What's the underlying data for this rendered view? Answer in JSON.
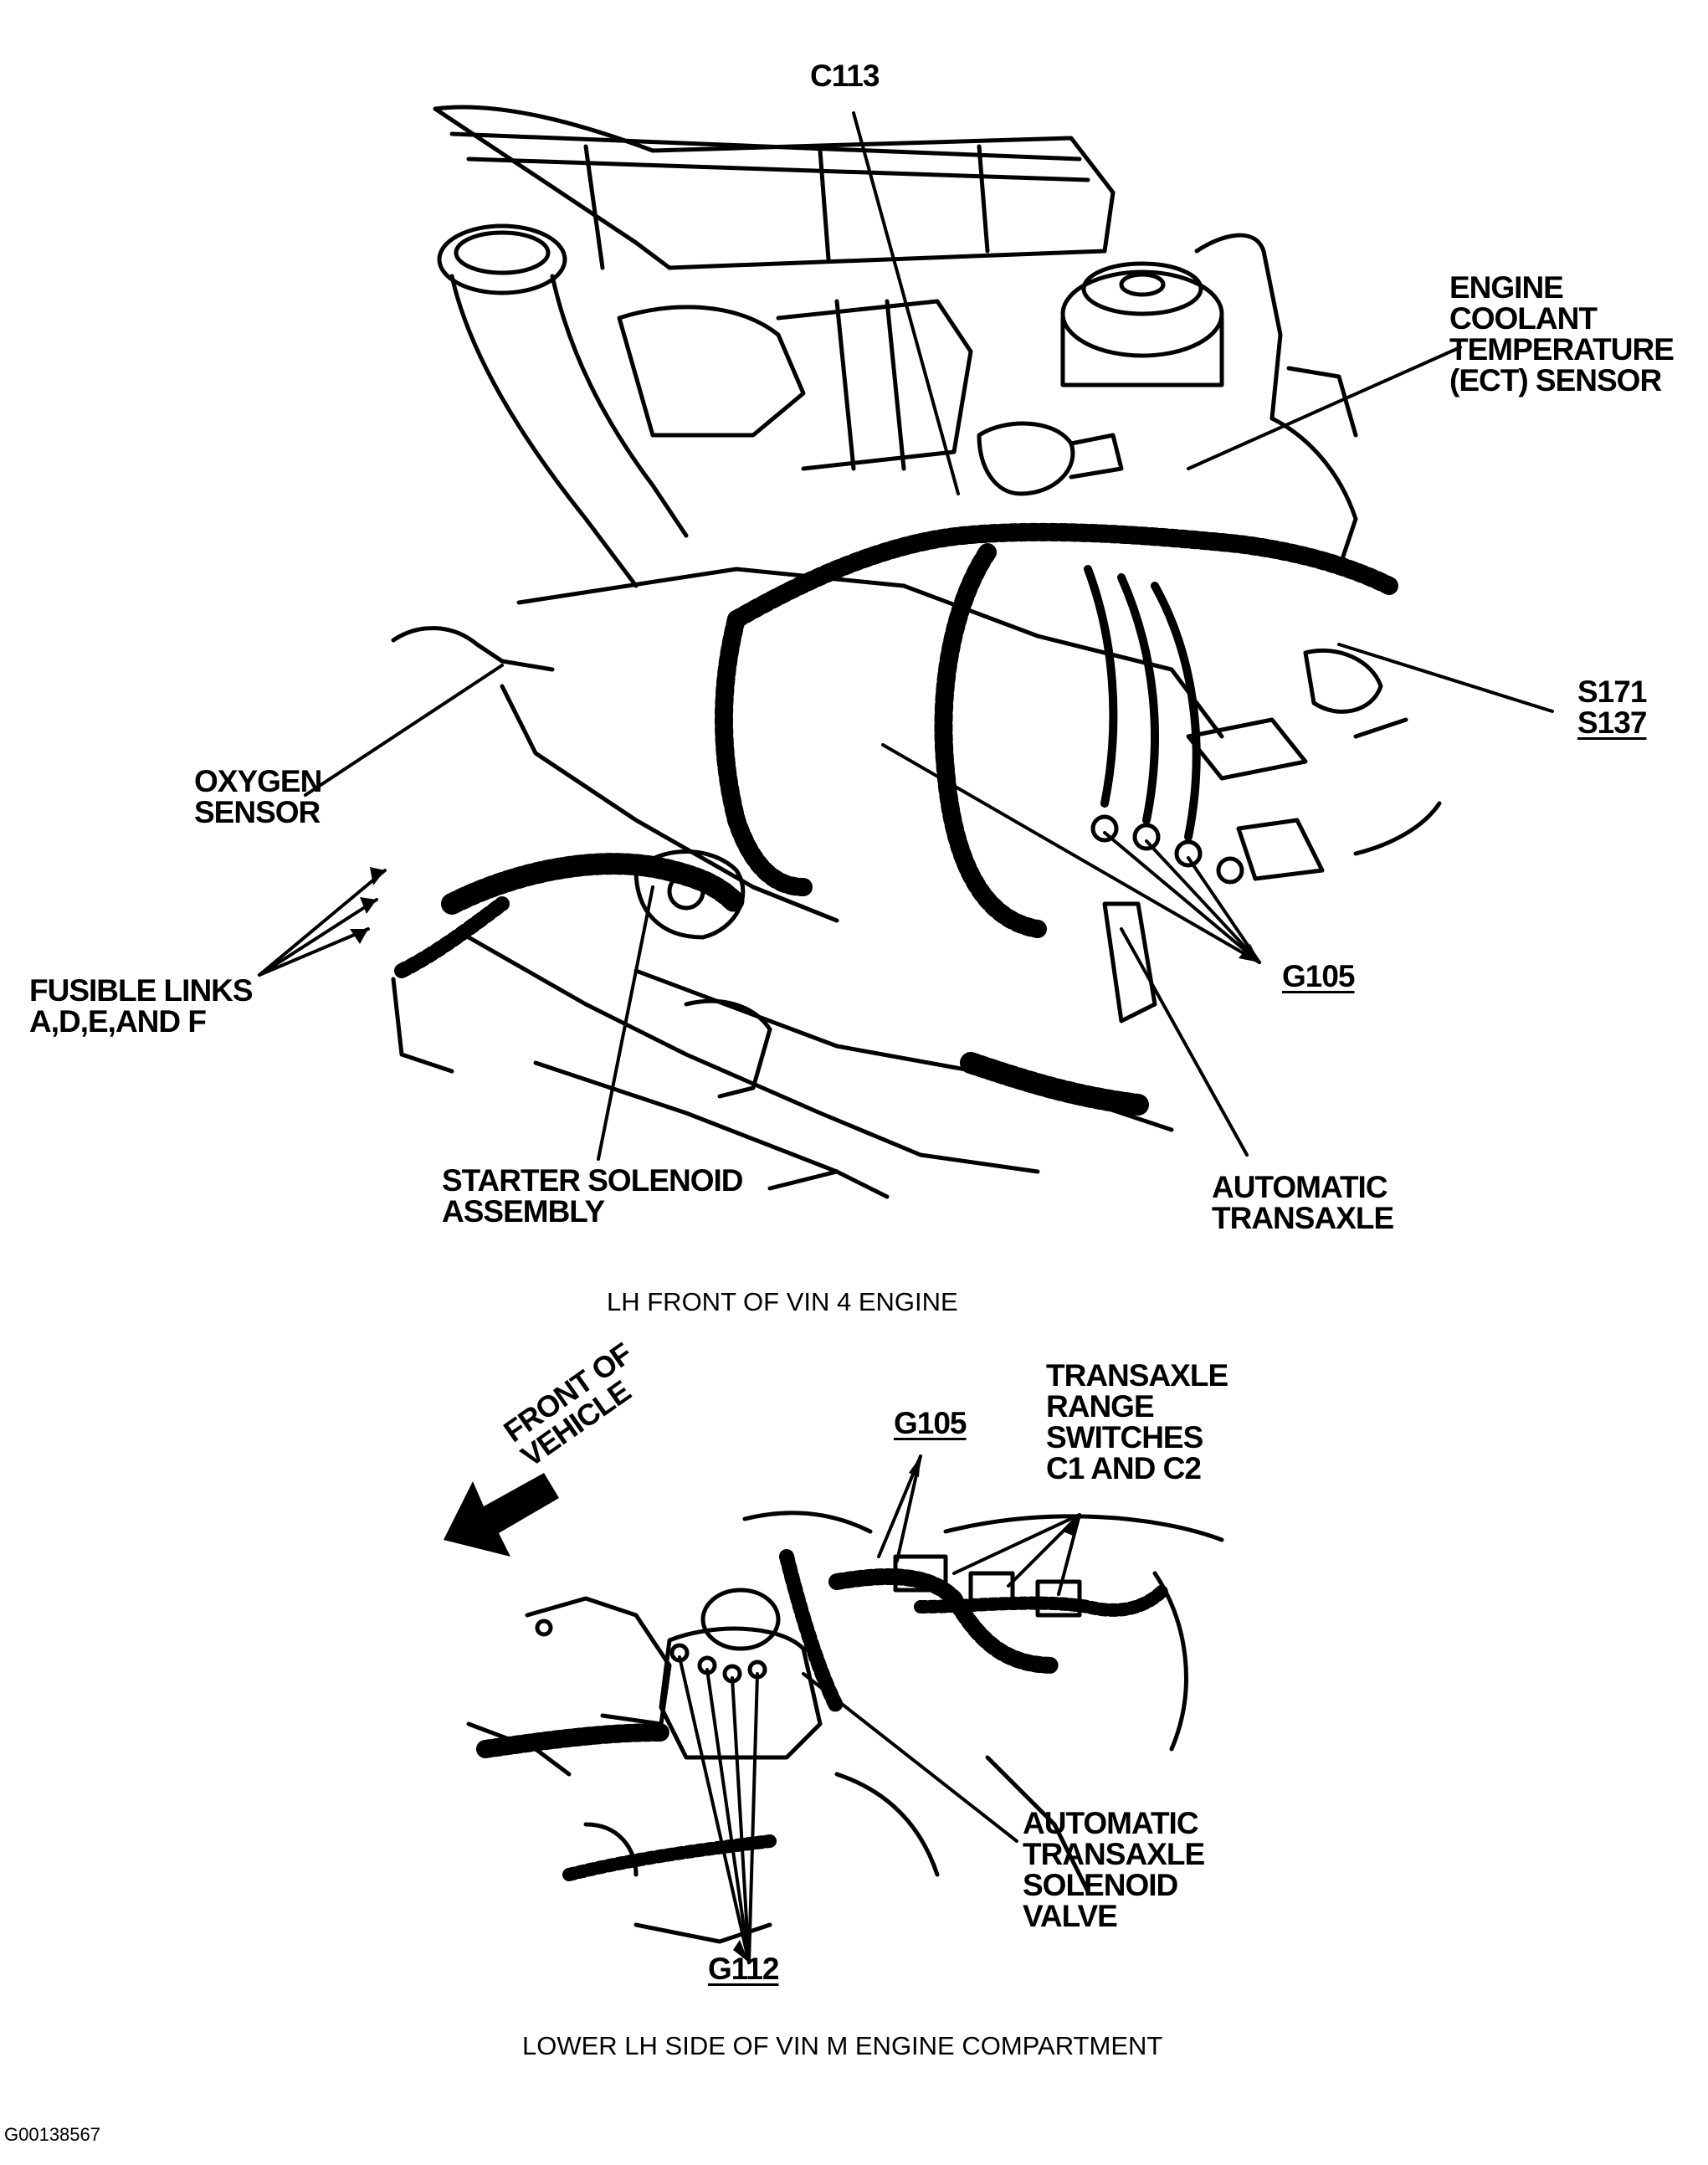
{
  "figure1": {
    "caption": "LH FRONT OF VIN 4 ENGINE",
    "labels": {
      "c113": "C113",
      "ect_1": "ENGINE",
      "ect_2": "COOLANT",
      "ect_3": "TEMPERATURE",
      "ect_4": "(ECT) SENSOR",
      "s171": "S171",
      "s137": "S137",
      "oxygen_1": "OXYGEN",
      "oxygen_2": "SENSOR",
      "fusible_1": "FUSIBLE LINKS",
      "fusible_2": "A,D,E,AND F",
      "g105": "G105",
      "starter_1": "STARTER SOLENOID",
      "starter_2": "ASSEMBLY",
      "trans_1": "AUTOMATIC",
      "trans_2": "TRANSAXLE"
    }
  },
  "figure2": {
    "caption": "LOWER LH SIDE OF VIN M ENGINE COMPARTMENT",
    "labels": {
      "front_1": "FRONT OF",
      "front_2": "VEHICLE",
      "g105": "G105",
      "range_1": "TRANSAXLE",
      "range_2": "RANGE",
      "range_3": "SWITCHES",
      "range_4": "C1 AND C2",
      "solenoid_1": "AUTOMATIC",
      "solenoid_2": "TRANSAXLE",
      "solenoid_3": "SOLENOID",
      "solenoid_4": "VALVE",
      "g112": "G112"
    }
  },
  "figure_id": "G00138567"
}
